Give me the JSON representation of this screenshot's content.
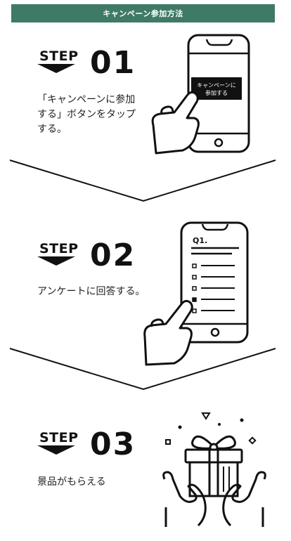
{
  "header": {
    "title": "キャンペーン参加方法"
  },
  "steps": [
    {
      "label": "STEP",
      "number": "01",
      "text": "「キャンペーンに参加\nする」ボタンをタップ\nする。",
      "phone_button": "キャンペーンに\n参加する"
    },
    {
      "label": "STEP",
      "number": "02",
      "text": "アンケートに回答する。",
      "survey_title": "Q1."
    },
    {
      "label": "STEP",
      "number": "03",
      "text": "景品がもらえる"
    }
  ],
  "icons": [
    "hand-tap-phone-icon",
    "survey-phone-icon",
    "gift-hands-icon",
    "chevron-down-separator"
  ]
}
